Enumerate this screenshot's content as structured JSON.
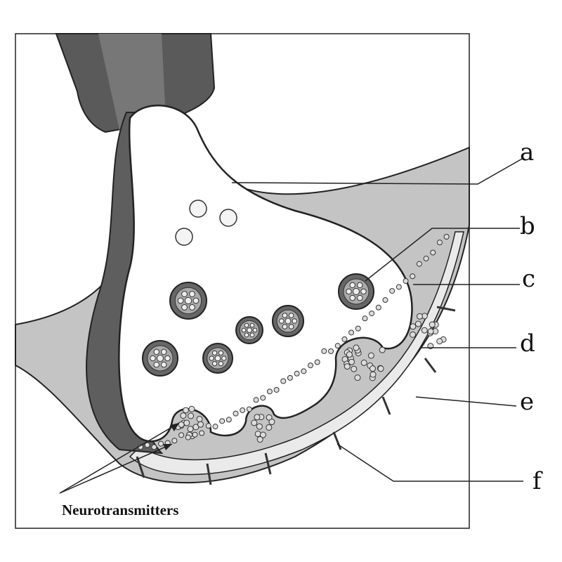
{
  "title": "Synapse diagram",
  "labels": {
    "a": "a",
    "b": "b",
    "c": "c",
    "d": "d",
    "e": "e",
    "f": "f"
  },
  "caption": "Neurotransmitters",
  "colors": {
    "axon": "#5a5a5a",
    "postsynaptic": "#c4c4c4",
    "outline": "#222222",
    "cleft": "#e8e8e8"
  }
}
